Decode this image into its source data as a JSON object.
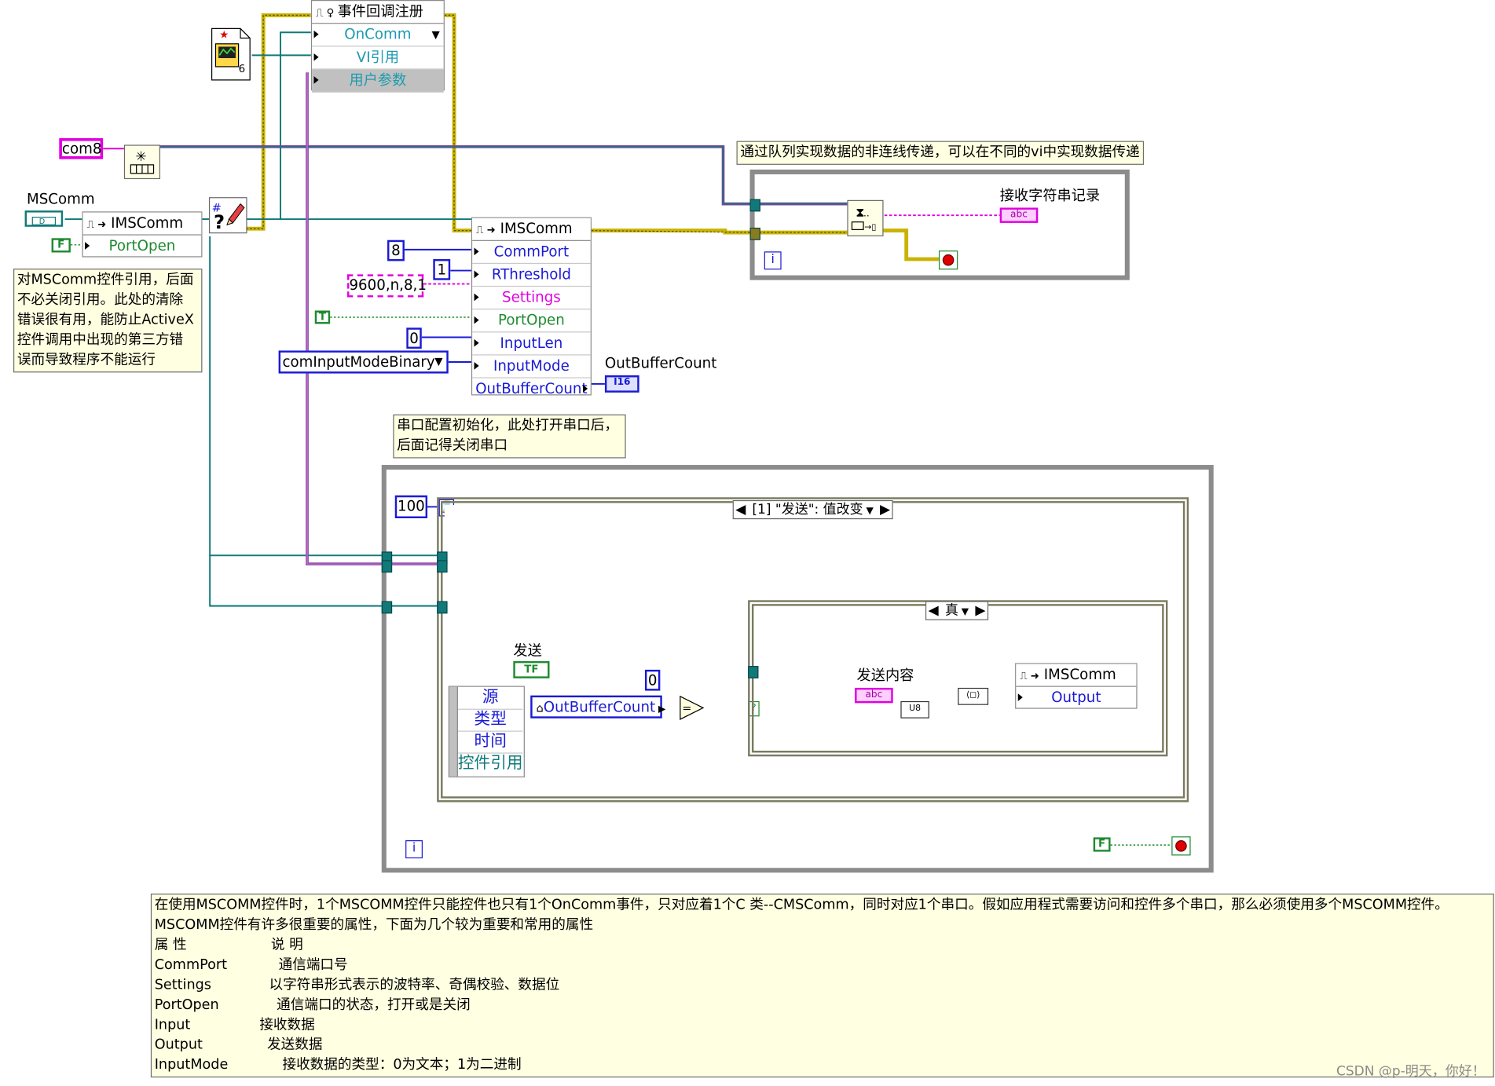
{
  "reg_node": {
    "title": "事件回调注册",
    "rows": [
      "OnComm",
      "VI引用",
      "用户参数"
    ],
    "colors": {
      "cyan": "#1c9ab0"
    }
  },
  "constants": {
    "com8": "com8",
    "commport": "8",
    "rthreshold": "1",
    "settings": "9600,n,8,1",
    "portopen_true": "T",
    "portopen_false": "F",
    "inputlen": "0",
    "inputmode": "comInputModeBinary",
    "timeout": "100",
    "compare_zero": "0",
    "stop_false": "F",
    "vi_ref_num": "6"
  },
  "labels": {
    "mscomm": "MSComm",
    "outbuffercount_label": "OutBufferCount",
    "receive_label": "接收字符串记录",
    "send_label": "发送",
    "send_content_label": "发送内容"
  },
  "node_open": {
    "title": "IMSComm",
    "rows": [
      "PortOpen"
    ]
  },
  "node_config": {
    "title": "IMSComm",
    "rows": [
      "CommPort",
      "RThreshold",
      "Settings",
      "PortOpen",
      "InputLen",
      "InputMode",
      "OutBufferCount"
    ]
  },
  "node_out": {
    "title": "IMSComm",
    "rows": [
      "Output"
    ]
  },
  "event_case": {
    "selector": "[1] \"发送\": 值改变",
    "data_rows": [
      "源",
      "类型",
      "时间",
      "控件引用"
    ]
  },
  "true_case": {
    "selector": "真"
  },
  "prop_node": {
    "label": "OutBufferCount"
  },
  "indicators": {
    "i16": "I16",
    "abc": "abc",
    "tf": "TF",
    "u8": "U8"
  },
  "notes": {
    "queue": "通过队列实现数据的非连线传递，可以在不同的vi中实现数据传递",
    "close_ref": [
      "对MSComm控件引用，后面",
      "不必关闭引用。此处的清除",
      "错误很有用，能防止ActiveX",
      "控件调用中出现的第三方错",
      "误而导致程序不能运行"
    ],
    "init": [
      "串口配置初始化，此处打开串口后，",
      "后面记得关闭串口"
    ],
    "bottom": [
      {
        "k": "在使用MSCOMM控件时，1个MSCOMM控件只能控件也只有1个OnComm事件，只对应着1个C 类--CMSComm，同时对应1个串口。假如应用程式需要访问和控件多个串口，那么必须使用多个MSCOMM控件。",
        "v": ""
      },
      {
        "k": "MSCOMM控件有许多很重要的属性，下面为几个较为重要和常用的属性",
        "v": ""
      },
      {
        "k": "属 性",
        "v": "说 明"
      },
      {
        "k": "CommPort",
        "v": "通信端口号"
      },
      {
        "k": "Settings",
        "v": "以字符串形式表示的波特率、奇偶校验、数据位"
      },
      {
        "k": "PortOpen",
        "v": "通信端口的状态，打开或是关闭"
      },
      {
        "k": "Input",
        "v": "接收数据"
      },
      {
        "k": "Output",
        "v": "发送数据"
      },
      {
        "k": "InputMode",
        "v": "接收数据的类型：0为文本；1为二进制"
      }
    ]
  },
  "watermark": "CSDN @p-明天，你好！",
  "colors": {
    "wire_ref": "#117979",
    "wire_string": "#e000e0",
    "wire_error": "#c8b400",
    "wire_queue": "#7a4a9a",
    "loop_border": "#8c8c8c"
  }
}
